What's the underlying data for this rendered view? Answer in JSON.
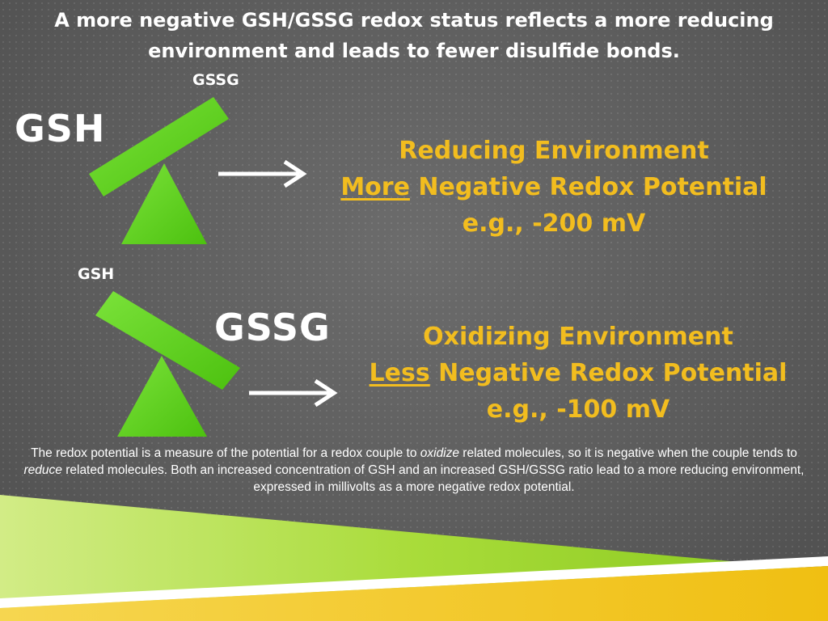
{
  "title": "A more negative GSH/GSSG redox status reflects a more reducing environment and leads to fewer disulfide bonds.",
  "top_scale": {
    "small_label": "GSSG",
    "big_label": "GSH"
  },
  "bottom_scale": {
    "small_label": "GSH",
    "big_label": "GSSG"
  },
  "reducing": {
    "heading": "Reducing Environment",
    "line2_emph": "More",
    "line2_rest": " Negative Redox Potential",
    "example": "e.g., -200 mV"
  },
  "oxidizing": {
    "heading": "Oxidizing Environment",
    "line2_emph": "Less",
    "line2_rest": " Negative Redox Potential",
    "example": "e.g., -100 mV"
  },
  "caption": {
    "p1": "The redox potential is a measure of the potential for a redox couple to ",
    "i1": "oxidize",
    "p2": " related molecules, so it is negative when the couple tends to ",
    "i2": "reduce",
    "p3": " related molecules. Both an increased concentration of GSH and an increased GSH/GSSG ratio lead to a more reducing environment, expressed in millivolts as a more negative redox potential."
  },
  "colors": {
    "accent_text": "#f2bd1f",
    "seesaw_green": "#5fd11a",
    "band_green": "#9ad62a",
    "band_yellow": "#f0c417",
    "background": "#5f5f5f"
  }
}
